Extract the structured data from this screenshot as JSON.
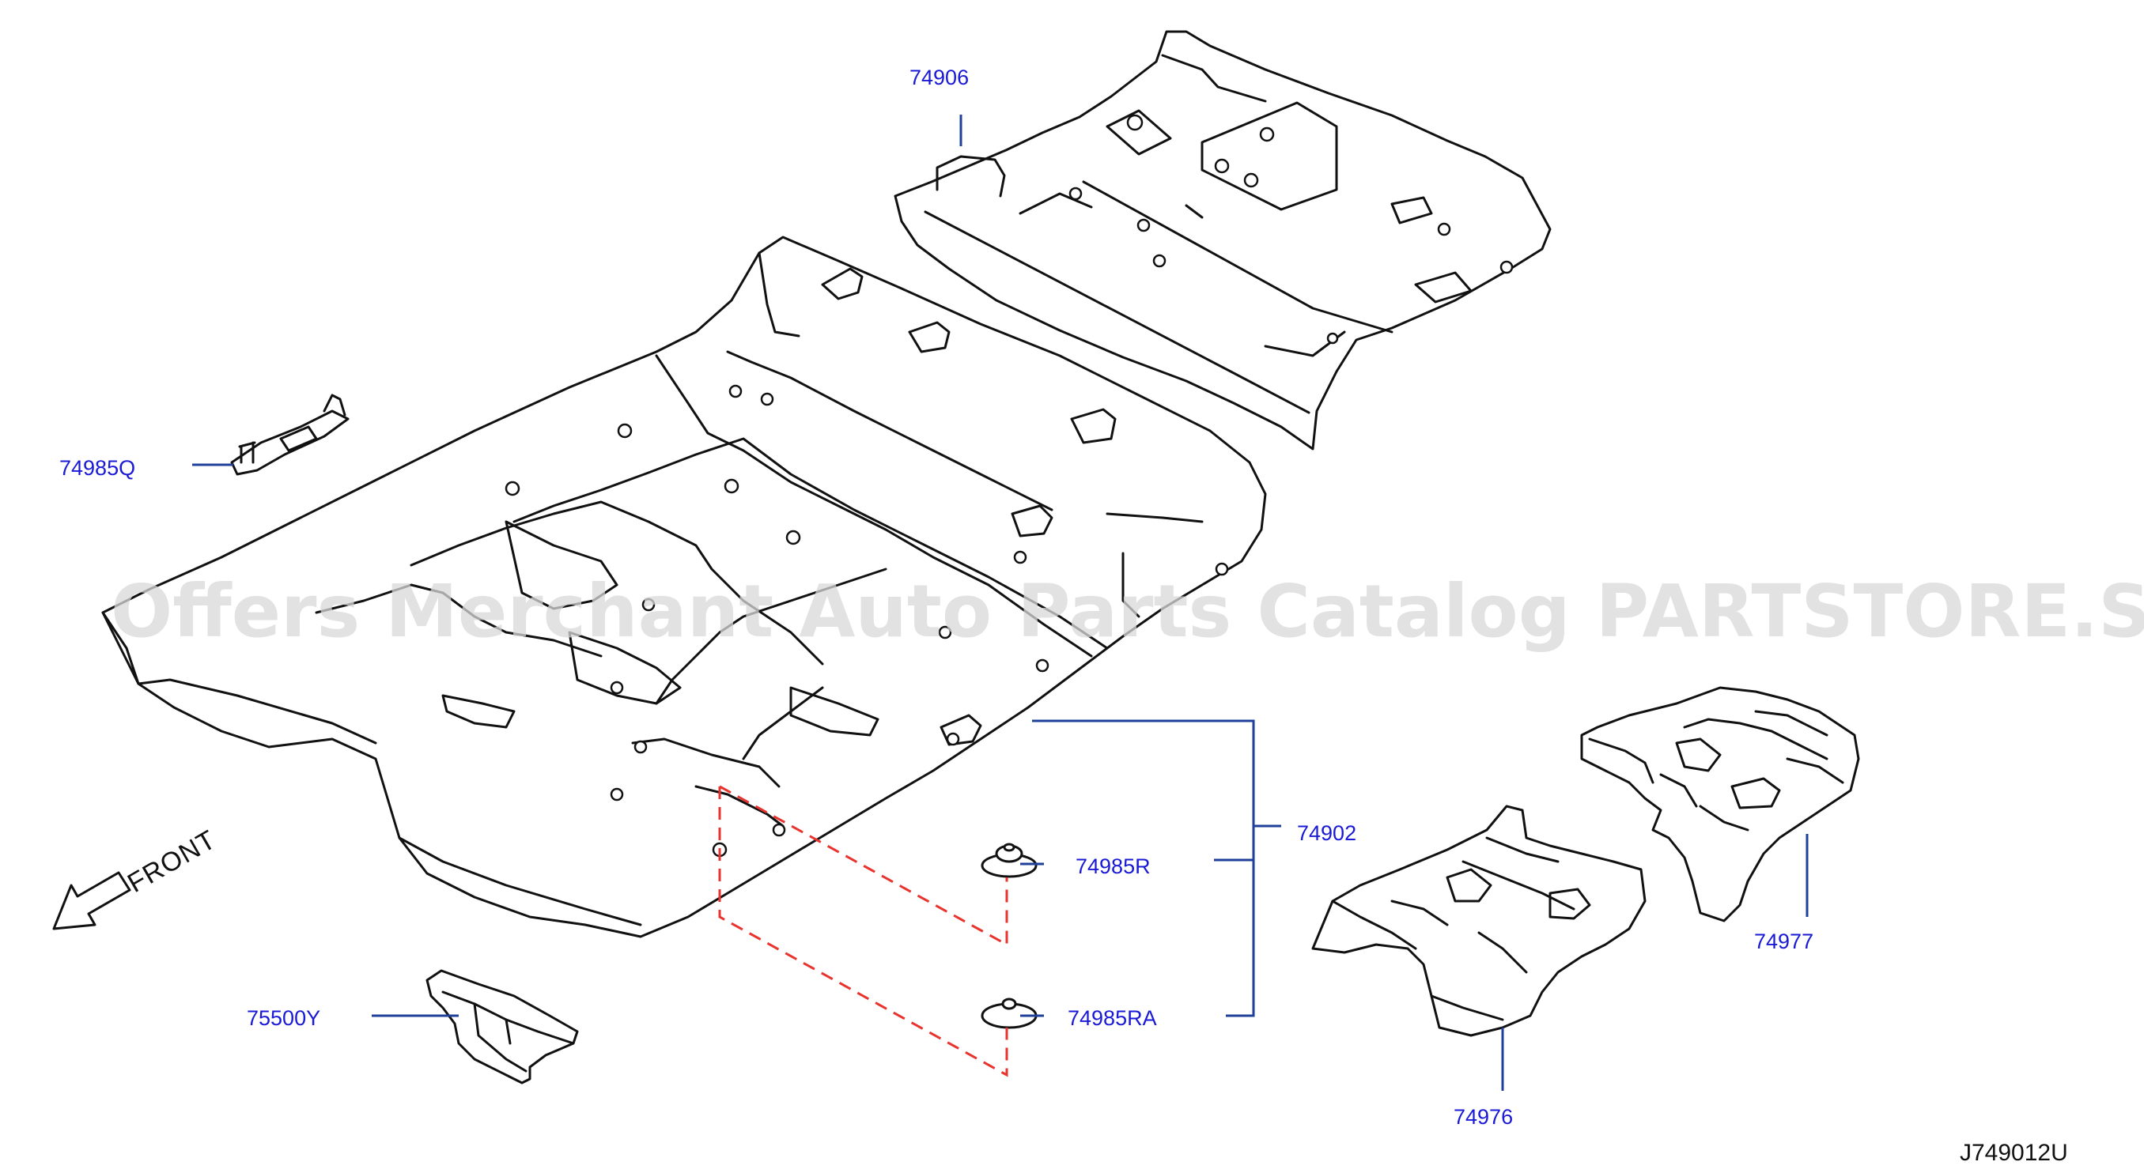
{
  "watermark": "Offers Merchant Auto Parts Catalog PARTSTORE.SA",
  "diagram_id": "J749012U",
  "front_label": "FRONT",
  "colors": {
    "leader": "#1f3f9a",
    "callout_text": "#1a1ad6",
    "dashed_guide": "#e8332e",
    "line_art": "#111111"
  },
  "parts": [
    {
      "id": "74906"
    },
    {
      "id": "74985Q"
    },
    {
      "id": "74902"
    },
    {
      "id": "74985R"
    },
    {
      "id": "74985RA"
    },
    {
      "id": "75500Y"
    },
    {
      "id": "74977"
    },
    {
      "id": "74976"
    }
  ]
}
